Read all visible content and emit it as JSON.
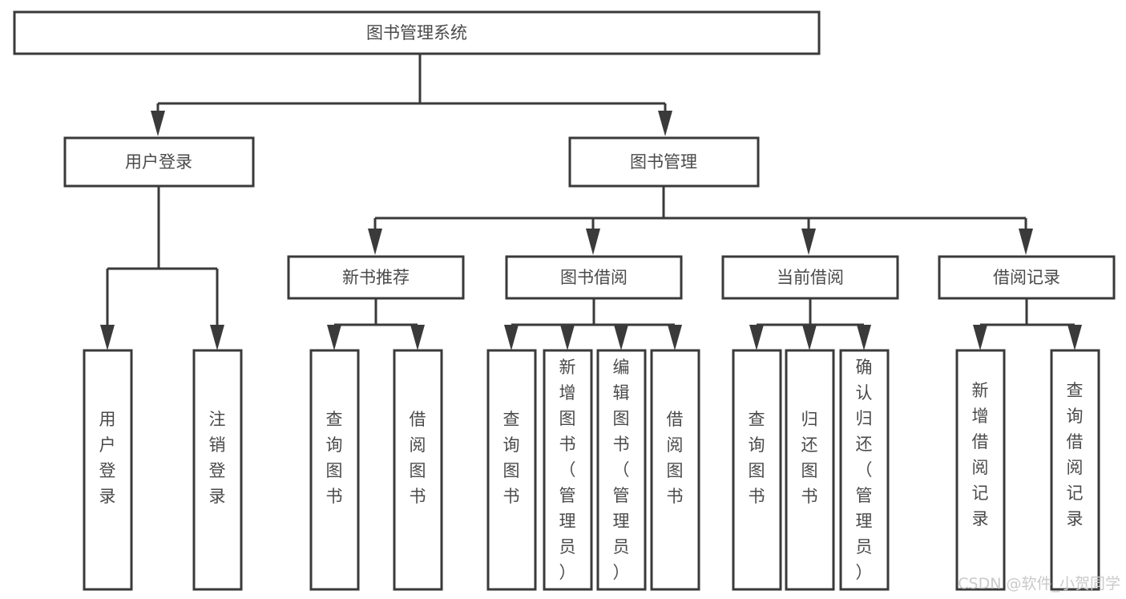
{
  "diagram": {
    "title": "图书管理系统",
    "type": "hierarchy-tree",
    "levels": 4,
    "root": {
      "id": "root",
      "label": "图书管理系统"
    },
    "level2": [
      {
        "id": "user-login",
        "label": "用户登录"
      },
      {
        "id": "book-manage",
        "label": "图书管理"
      }
    ],
    "level3": [
      {
        "id": "new-book-recommend",
        "label": "新书推荐",
        "parent": "book-manage"
      },
      {
        "id": "book-borrow",
        "label": "图书借阅",
        "parent": "book-manage"
      },
      {
        "id": "current-borrow",
        "label": "当前借阅",
        "parent": "book-manage"
      },
      {
        "id": "borrow-record",
        "label": "借阅记录",
        "parent": "book-manage"
      }
    ],
    "leaves": {
      "user-login": [
        {
          "id": "leaf-user-login",
          "label": "用户登录"
        },
        {
          "id": "leaf-user-logout",
          "label": "注销登录"
        }
      ],
      "new-book-recommend": [
        {
          "id": "leaf-query-book-1",
          "label": "查询图书"
        },
        {
          "id": "leaf-borrow-book-1",
          "label": "借阅图书"
        }
      ],
      "book-borrow": [
        {
          "id": "leaf-query-book-2",
          "label": "查询图书"
        },
        {
          "id": "leaf-add-book",
          "label": "新增图书（管理员）"
        },
        {
          "id": "leaf-edit-book",
          "label": "编辑图书（管理员）"
        },
        {
          "id": "leaf-borrow-book-2",
          "label": "借阅图书"
        }
      ],
      "current-borrow": [
        {
          "id": "leaf-query-book-3",
          "label": "查询图书"
        },
        {
          "id": "leaf-return-book",
          "label": "归还图书"
        },
        {
          "id": "leaf-confirm-return",
          "label": "确认归还（管理员）"
        }
      ],
      "borrow-record": [
        {
          "id": "leaf-add-record",
          "label": "新增借阅记录"
        },
        {
          "id": "leaf-query-record",
          "label": "查询借阅记录"
        }
      ]
    }
  },
  "watermark": {
    "text": "CSDN @软件_小贺同学"
  },
  "colors": {
    "box_stroke": "#3a3a3a",
    "box_fill": "#ffffff",
    "text": "#4a4a4a",
    "watermark": "#c9c9c9",
    "background": "#ffffff"
  }
}
